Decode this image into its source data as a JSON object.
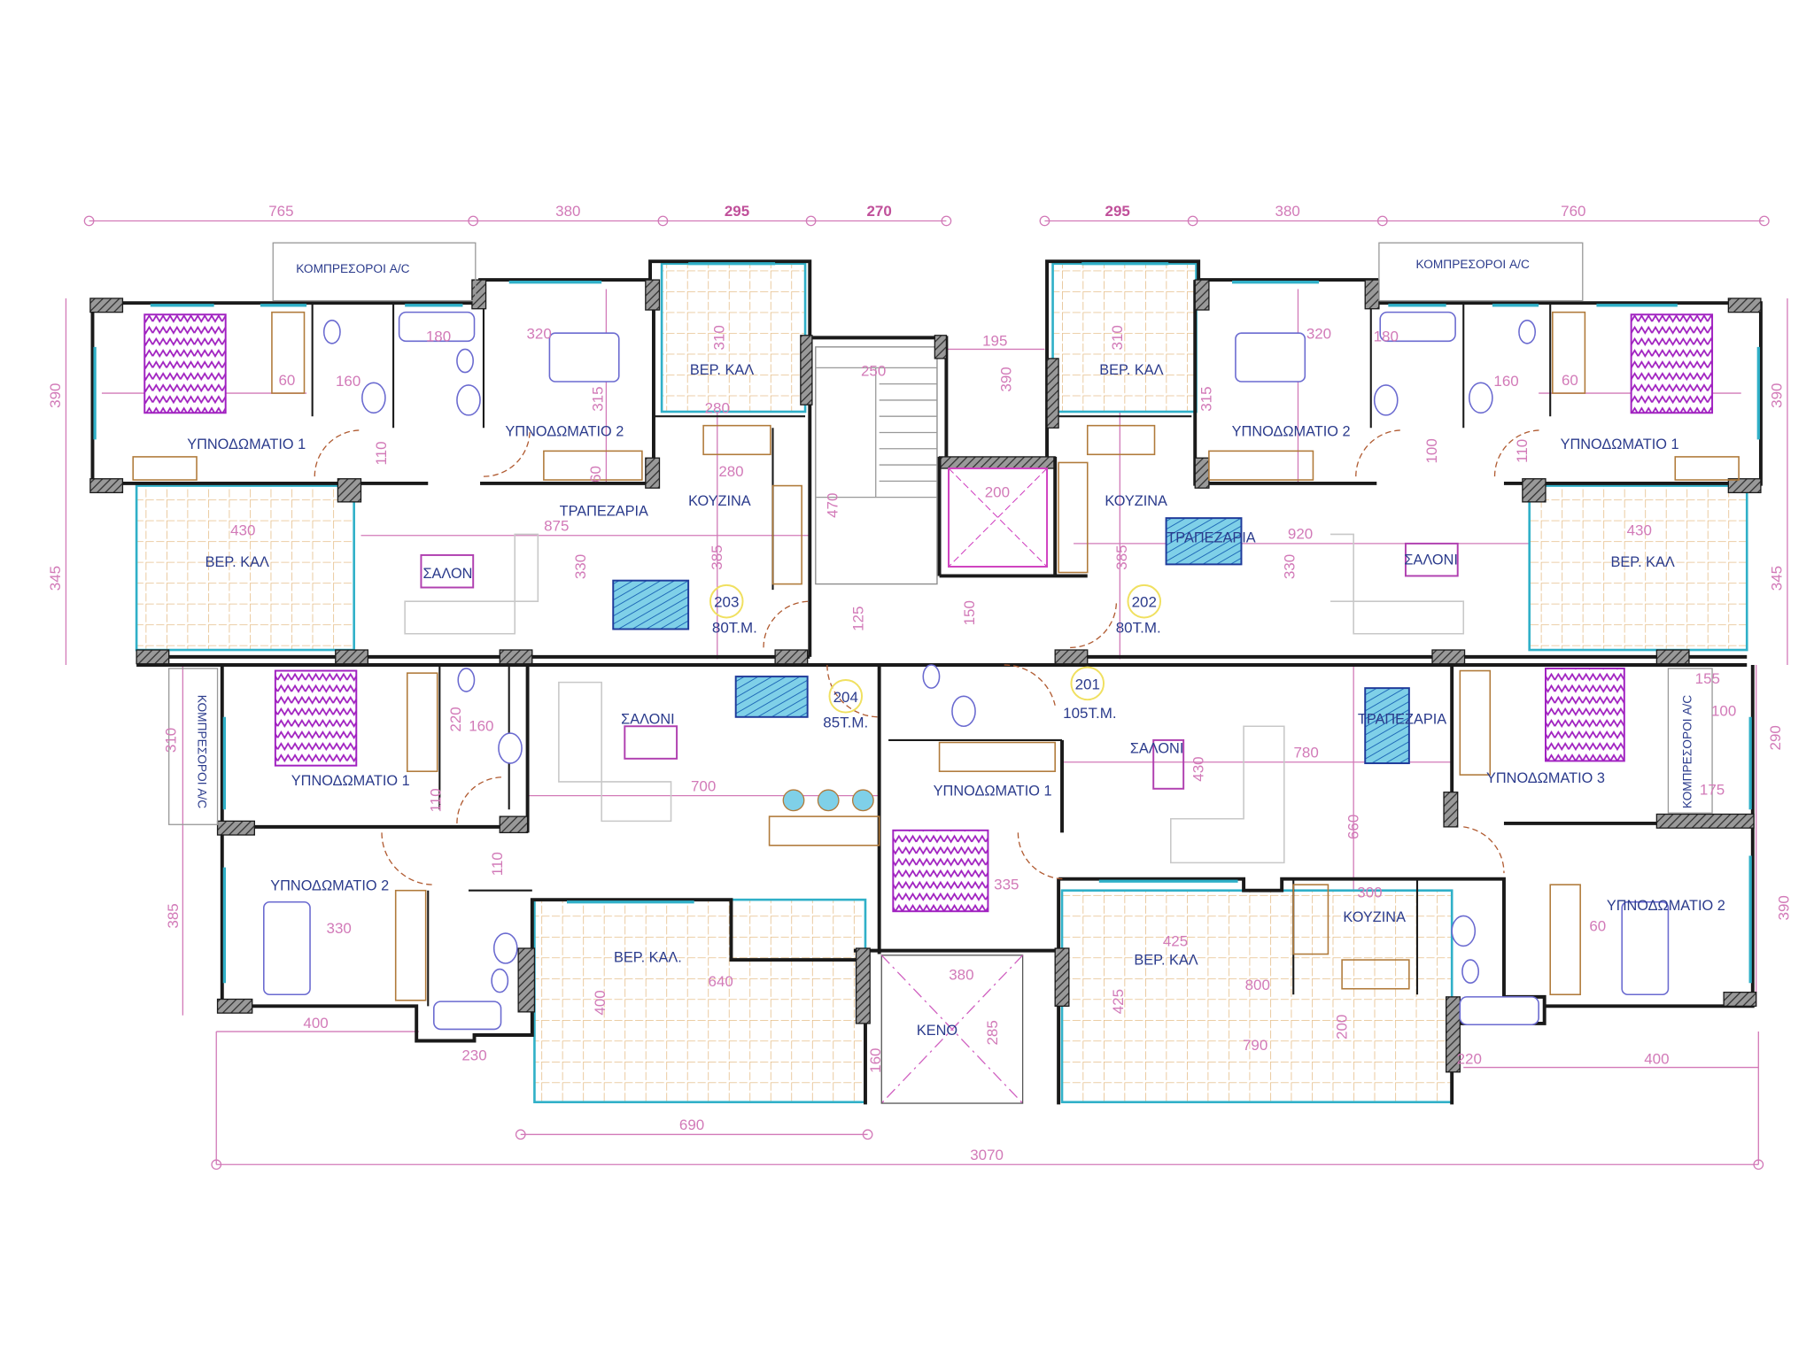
{
  "drawing": {
    "type": "architectural floor plan",
    "colors": {
      "walls": "#1a1a1a",
      "dimensions": "#d27ab8",
      "labels": "#2b3b8c",
      "glazing": "#30b0c8",
      "tiles": "#e0b070"
    }
  },
  "labels": [
    "ΥΠΝΟΔΩΜΑΤΙΟ 1",
    "ΥΠΝΟΔΩΜΑΤΙΟ 2",
    "ΒΕΡ. ΚΑΛ",
    "ΚΟΥΖΙΝΑ",
    "ΤΡΑΠΕΖΑΡΙΑ",
    "ΒΕΡ. ΚΑΛ",
    "ΣΑΛΟΝ",
    "203",
    "80Τ.Μ.",
    "ΒΕΡ. ΚΑΛ",
    "ΥΠΝΟΔΩΜΑΤΙΟ 2",
    "ΥΠΝΟΔΩΜΑΤΙΟ 1",
    "ΚΟΥΖΙΝΑ",
    "ΤΡΑΠΕΖΑΡΙΑ",
    "ΣΑΛΟΝΙ",
    "ΒΕΡ. ΚΑΛ",
    "202",
    "80Τ.Μ.",
    "ΥΠΝΟΔΩΜΑΤΙΟ 1",
    "ΣΑΛΟΝΙ",
    "204",
    "85Τ.Μ.",
    "ΥΠΝΟΔΩΜΑΤΙΟ 2",
    "ΒΕΡ. ΚΑΛ.",
    "201",
    "105Τ.Μ.",
    "ΥΠΝΟΔΩΜΑΤΙΟ 1",
    "ΣΑΛΟΝΙ",
    "ΤΡΑΠΕΖΑΡΙΑ",
    "ΥΠΝΟΔΩΜΑΤΙΟ 3",
    "ΥΠΝΟΔΩΜΑΤΙΟ 2",
    "ΚΟΥΖΙΝΑ",
    "ΒΕΡ. ΚΑΛ",
    "ΚΕΝΟ",
    "ΚΟΜΠΡΕΣΟΡΟΙ A/C",
    "ΚΟΜΠΡΕΣΟΡΟΙ A/C",
    "ΚΟΜΠΡΕΣΟΡΟΙ A/C",
    "ΚΟΜΠΡΕΣΟΡΟΙ A/C"
  ],
  "dims": [
    "765",
    "380",
    "295",
    "270",
    "295",
    "380",
    "760",
    "390",
    "345",
    "390",
    "345",
    "875",
    "920",
    "430",
    "430",
    "195",
    "250",
    "390",
    "470",
    "385",
    "330",
    "330",
    "385",
    "200",
    "150",
    "125",
    "320",
    "320",
    "315",
    "315",
    "110",
    "100",
    "110",
    "60",
    "60",
    "160",
    "160",
    "180",
    "180",
    "700",
    "780",
    "660",
    "430",
    "335",
    "300",
    "425",
    "800",
    "790",
    "640",
    "400",
    "330",
    "400",
    "230",
    "385",
    "310",
    "110",
    "110",
    "380",
    "285",
    "160",
    "425",
    "200",
    "220",
    "400",
    "690",
    "3070",
    "390",
    "290",
    "155",
    "175",
    "100",
    "220",
    "160",
    "310",
    "310",
    "280",
    "280",
    "60",
    "60"
  ]
}
